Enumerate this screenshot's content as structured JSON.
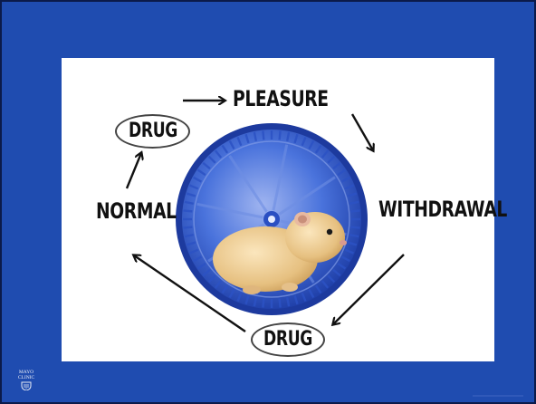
{
  "diagram": {
    "nodes": {
      "pleasure": "PLEASURE",
      "drug_top": "DRUG",
      "normal": "NORMAL",
      "withdrawal": "WITHDRAWAL",
      "drug_bottom": "DRUG"
    },
    "center_image": "hamster-in-wheel",
    "cycle_order": [
      "NORMAL",
      "DRUG",
      "PLEASURE",
      "WITHDRAWAL",
      "DRUG"
    ]
  },
  "logo": {
    "line1": "MAYO",
    "line2": "CLINIC"
  },
  "colors": {
    "slide_background": "#1f4cb0",
    "panel_background": "#ffffff",
    "wheel_blue": "#3b67d6",
    "hamster_fur": "#e9c78a"
  }
}
